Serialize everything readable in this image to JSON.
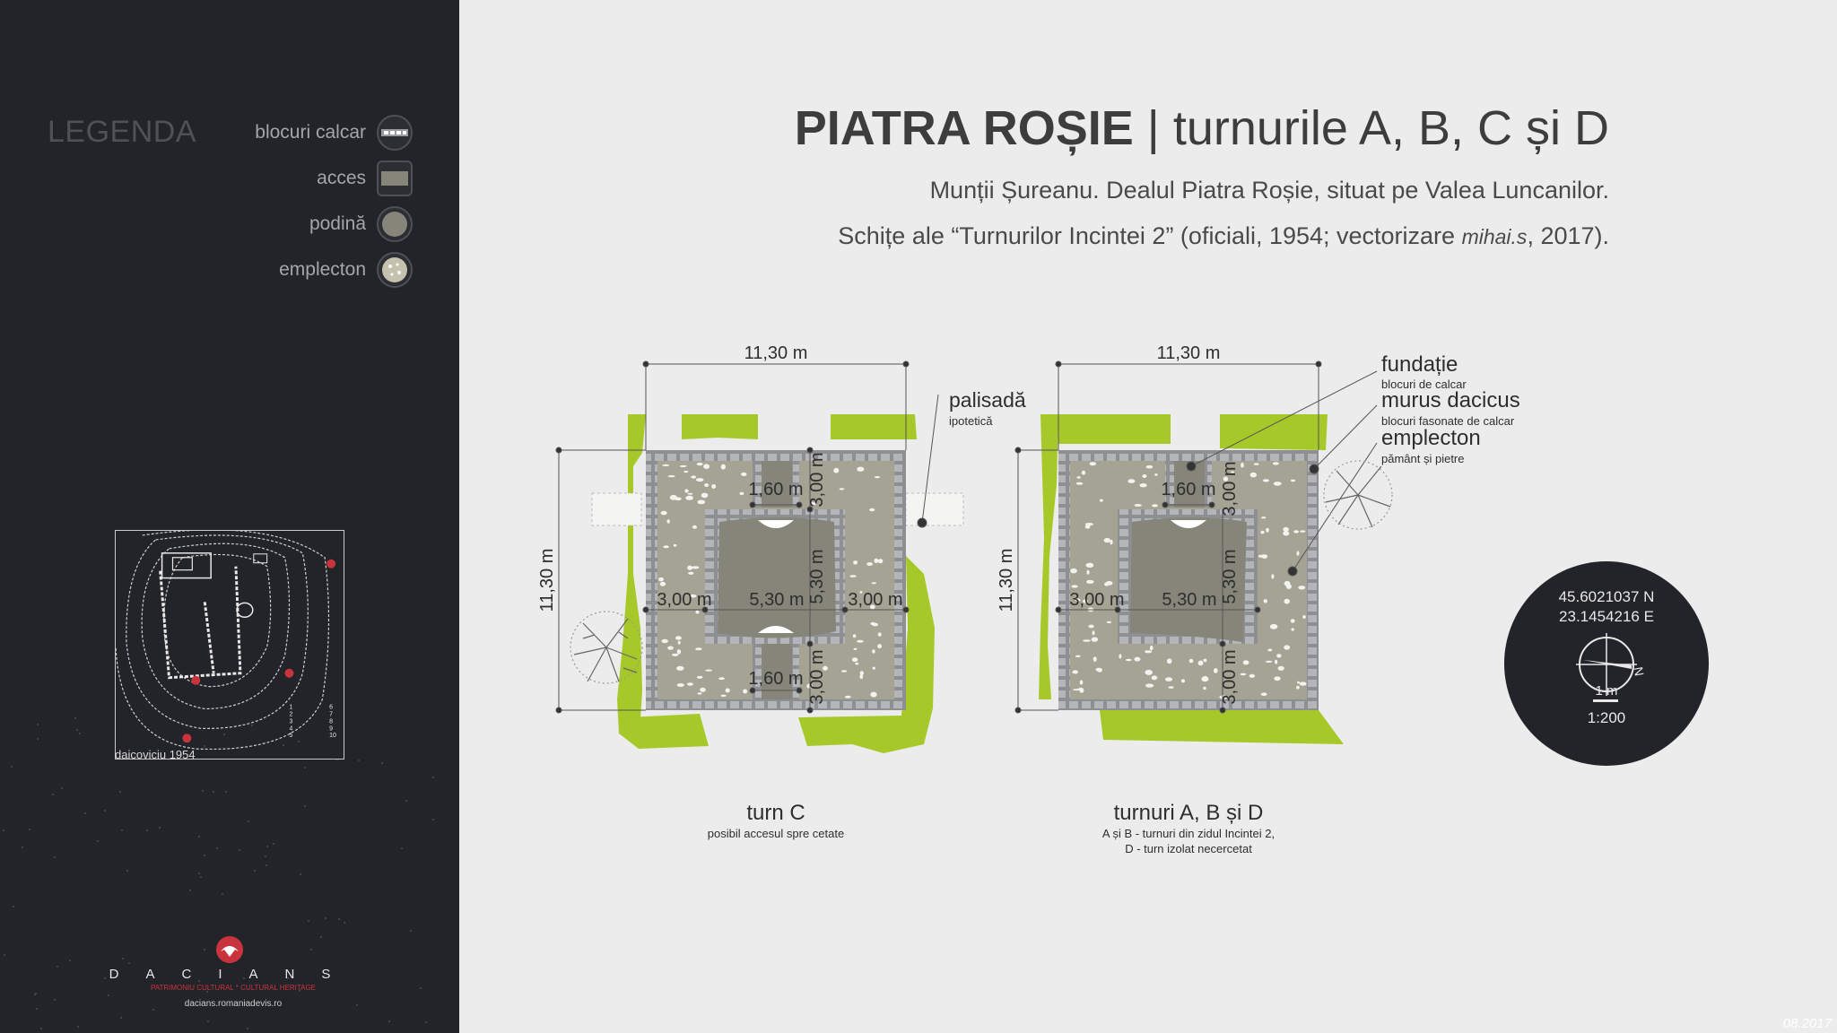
{
  "legend": {
    "title": "LEGENDA",
    "items": [
      {
        "label": "blocuri calcar",
        "icon": "limestone-blocks-icon"
      },
      {
        "label": "acces",
        "icon": "access-icon"
      },
      {
        "label": "podină",
        "icon": "floor-icon"
      },
      {
        "label": "emplecton",
        "icon": "emplecton-icon"
      }
    ]
  },
  "minimap": {
    "caption": "daicoviciu 1954"
  },
  "brand": {
    "name": "DACIANS",
    "tagline": "PATRIMONIU CULTURAL * CULTURAL HERITAGE",
    "url": "dacians.romaniadevis.ro"
  },
  "header": {
    "title_bold": "PIATRA ROȘIE",
    "title_rest": " | turnurile A, B, C și D",
    "subtitle1": "Munții Șureanu. Dealul Piatra Roșie, situat pe Valea Luncanilor.",
    "subtitle2_a": "Schițe ale “Turnurilor Incintei 2” (oficiali, 1954; vectorizare ",
    "subtitle2_author": "mihai.s",
    "subtitle2_b": ", 2017)."
  },
  "plans": {
    "tower_c": {
      "width_label": "11,30 m",
      "height_label": "11,30 m",
      "corridor_top": "1,60 m",
      "corridor_bottom": "1,60 m",
      "wall_top": "3,00 m",
      "wall_bottom": "3,00 m",
      "wall_left": "3,00 m",
      "wall_right": "3,00 m",
      "inner_w": "5,30 m",
      "inner_h": "5,30 m",
      "caption": "turn C",
      "caption_sub": "posibil accesul spre cetate"
    },
    "tower_abd": {
      "width_label": "11,30 m",
      "height_label": "11,30 m",
      "corridor_top": "1,60 m",
      "wall_top": "3,00 m",
      "wall_bottom": "3,00 m",
      "wall_left": "3,00 m",
      "inner_w": "5,30 m",
      "inner_h": "5,30 m",
      "caption": "turnuri A, B și D",
      "caption_sub1": "A și B - turnuri din zidul Incintei 2,",
      "caption_sub2": "D - turn izolat necercetat"
    },
    "palisade": {
      "label": "palisadă",
      "sub": "ipotetică"
    },
    "annotations": [
      {
        "label": "fundație",
        "sub": "blocuri de calcar"
      },
      {
        "label": "murus dacicus",
        "sub": "blocuri fasonate de calcar"
      },
      {
        "label": "emplecton",
        "sub": "pământ și pietre"
      }
    ]
  },
  "compass": {
    "lat": "45.6021037 N",
    "lon": "23.1454216 E",
    "north": "N",
    "scale_label": "1 m",
    "scale_ratio": "1:200"
  },
  "version": "08.2017",
  "colors": {
    "sidebar": "#232429",
    "grass": "#a6c929",
    "emplecton": "#a4a394",
    "floor": "#86857a",
    "wall": "#9a9b9e",
    "accent_red": "#c9343c"
  }
}
